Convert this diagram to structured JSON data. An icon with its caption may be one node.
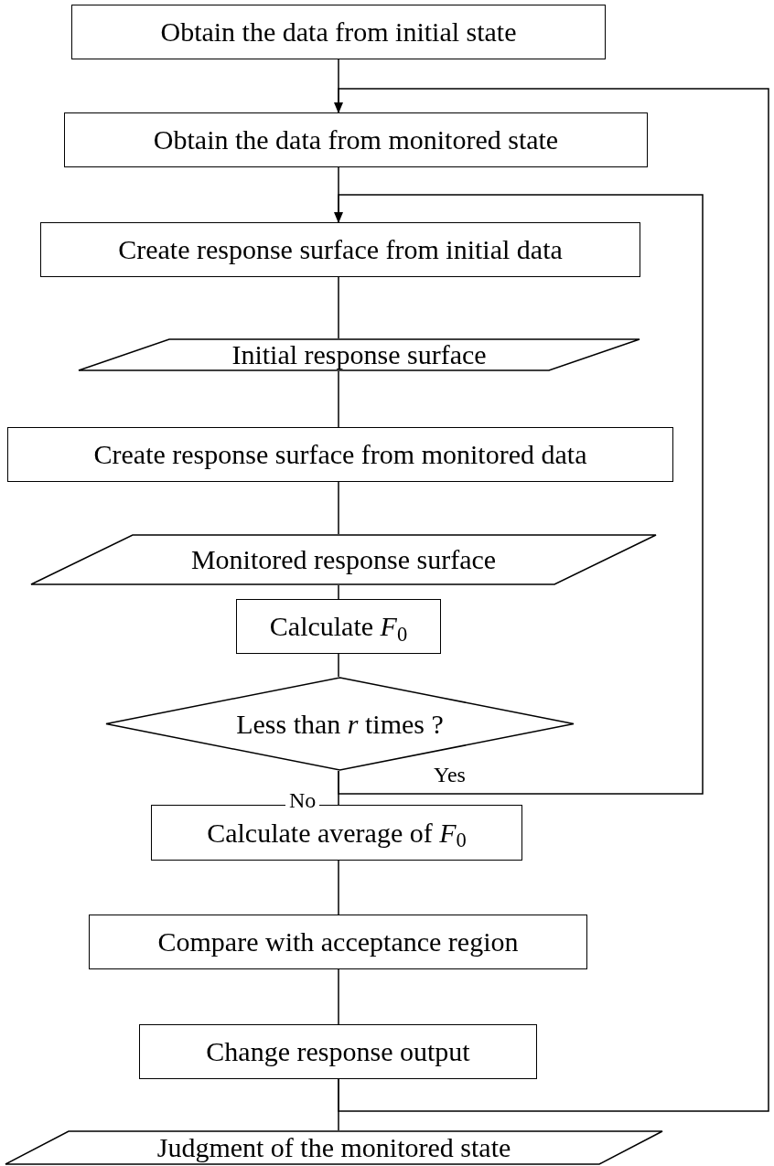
{
  "diagram": {
    "nodes": [
      {
        "text": [
          "Obtain the data from initial state"
        ]
      },
      {
        "text": [
          "Obtain the data from monitored state"
        ]
      },
      {
        "text": [
          "Create response surface from initial data"
        ]
      },
      {
        "text": [
          "Initial response surface"
        ]
      },
      {
        "text": [
          "Create response surface from monitored data"
        ]
      },
      {
        "text": [
          "Monitored response surface"
        ]
      },
      {
        "text": [
          "Calculate *F*$_{0}$"
        ]
      },
      {
        "text": [
          "Less than *r* times ?"
        ]
      },
      {
        "text": [
          "Calculate average of *F*$_{0}$"
        ]
      },
      {
        "text": [
          "Compare with acceptance region"
        ]
      },
      {
        "text": [
          "Change response output"
        ]
      },
      {
        "text": [
          "Judgment of the monitored state"
        ]
      }
    ],
    "edges": [
      {
        "from": 0,
        "to": 1,
        "arrow": "none"
      },
      {
        "from": 1,
        "to": 2,
        "arrow": "none"
      },
      {
        "from": 2,
        "to": 3,
        "arrow": "none"
      },
      {
        "from": 3,
        "to": 4,
        "arrow": "none"
      },
      {
        "from": 4,
        "to": 5,
        "arrow": "none"
      },
      {
        "from": 5,
        "to": 6,
        "arrow": "none"
      },
      {
        "from": 6,
        "to": 7,
        "arrow": "none"
      },
      {
        "from": 7,
        "to": 8,
        "arrow": "none",
        "label": "No"
      },
      {
        "from": 7,
        "to": 2,
        "arrow": "to",
        "label": "Yes"
      },
      {
        "from": 8,
        "to": 9,
        "arrow": "none"
      },
      {
        "from": 9,
        "to": 10,
        "arrow": "none"
      },
      {
        "from": 10,
        "to": 11,
        "arrow": "none"
      },
      {
        "from": 10,
        "to": 1,
        "arrow": "to"
      }
    ]
  }
}
